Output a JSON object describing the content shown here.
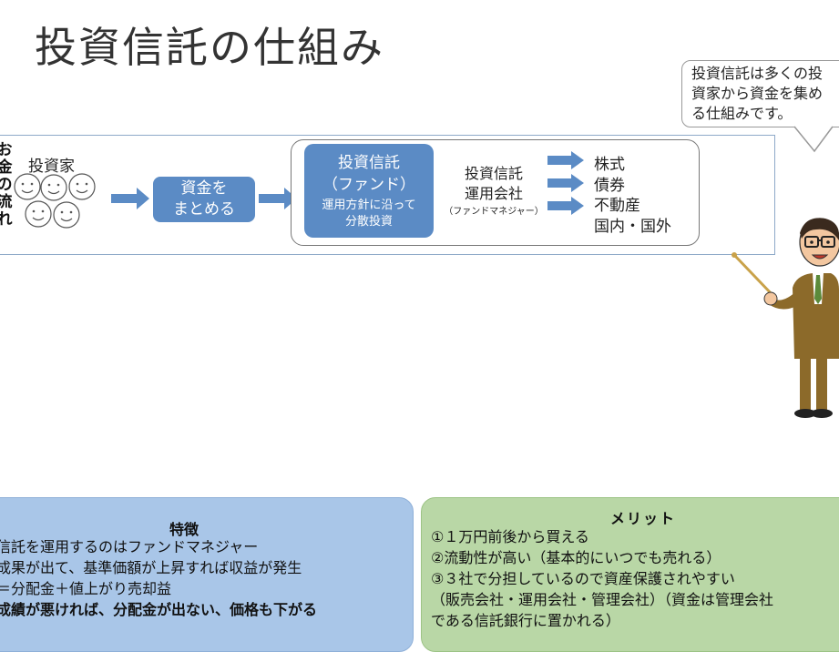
{
  "title": "投資信託の仕組み",
  "bubble": {
    "lines": [
      "投資信託は多くの投",
      "資家から資金を集め",
      "る仕組みです。"
    ]
  },
  "flow": {
    "label_chars": [
      "お",
      "金",
      "の",
      "流",
      "れ"
    ],
    "investor_label": "投資家",
    "gather_box": [
      "資金を",
      "まとめる"
    ],
    "fund_box": {
      "main": [
        "投資信託",
        "（ファンド）"
      ],
      "sub": [
        "運用方針に沿って",
        "分散投資"
      ]
    },
    "company": {
      "lines": [
        "投資信託",
        "運用会社"
      ],
      "sub": "（ファンドマネジャー）"
    },
    "targets": [
      "株式",
      "債券",
      "不動産",
      "国内・国外"
    ]
  },
  "features": {
    "title": "特徴",
    "lines": [
      "資信託を運用するのはファンドマネジャー",
      "用成果が出て、基準価額が上昇すれば収益が発生",
      "益＝分配金＋値上がり売却益"
    ],
    "bold_line": "用成績が悪ければ、分配金が出ない、価格も下がる"
  },
  "merits": {
    "title": "メリット",
    "lines": [
      "①１万円前後から買える",
      "②流動性が高い（基本的にいつでも売れる）",
      "③３社で分担しているので資産保護されやすい",
      "（販売会社・運用会社・管理会社）（資金は管理会社",
      "である信託銀行に置かれる）"
    ]
  },
  "colors": {
    "box_blue": "#5b8bc5",
    "features_bg": "#a9c6e8",
    "merits_bg": "#b9d7a6",
    "panel_border": "#8ea9c8"
  }
}
